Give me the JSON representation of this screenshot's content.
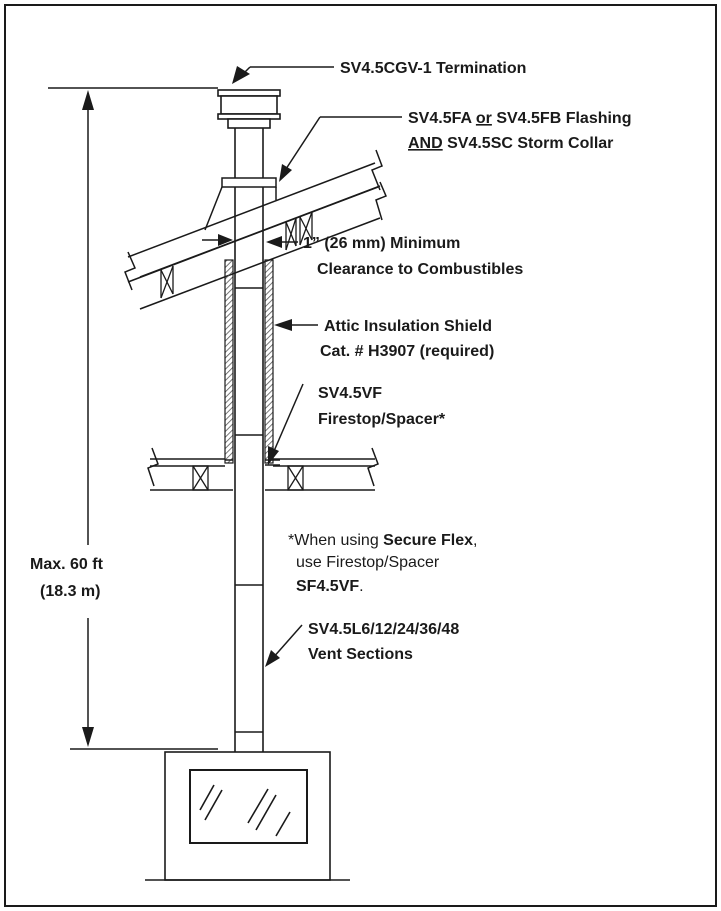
{
  "labels": {
    "termination": "SV4.5CGV-1 Termination",
    "flashing_line1_a": "SV4.5FA ",
    "flashing_line1_or": "or",
    "flashing_line1_b": " SV4.5FB Flashing",
    "flashing_line2_and": "AND",
    "flashing_line2_b": " SV4.5SC Storm Collar",
    "clearance_line1": "1” (26 mm) Minimum",
    "clearance_line2": "Clearance to Combustibles",
    "shield_line1": "Attic Insulation Shield",
    "shield_line2": "Cat. # H3907 (required)",
    "firestop_line1": "SV4.5VF",
    "firestop_line2": "Firestop/Spacer*",
    "note_line1_a": "*When using ",
    "note_line1_b": "Secure Flex",
    "note_line1_c": ",",
    "note_line2": "use Firestop/Spacer",
    "note_line3_b": "SF4.5VF",
    "note_line3_c": ".",
    "vent_line1": "SV4.5L6/12/24/36/48",
    "vent_line2": "Vent Sections",
    "height_line1": "Max. 60 ft",
    "height_line2": "(18.3 m)"
  },
  "colors": {
    "line": "#1a1a1a",
    "hatch": "#555555"
  }
}
